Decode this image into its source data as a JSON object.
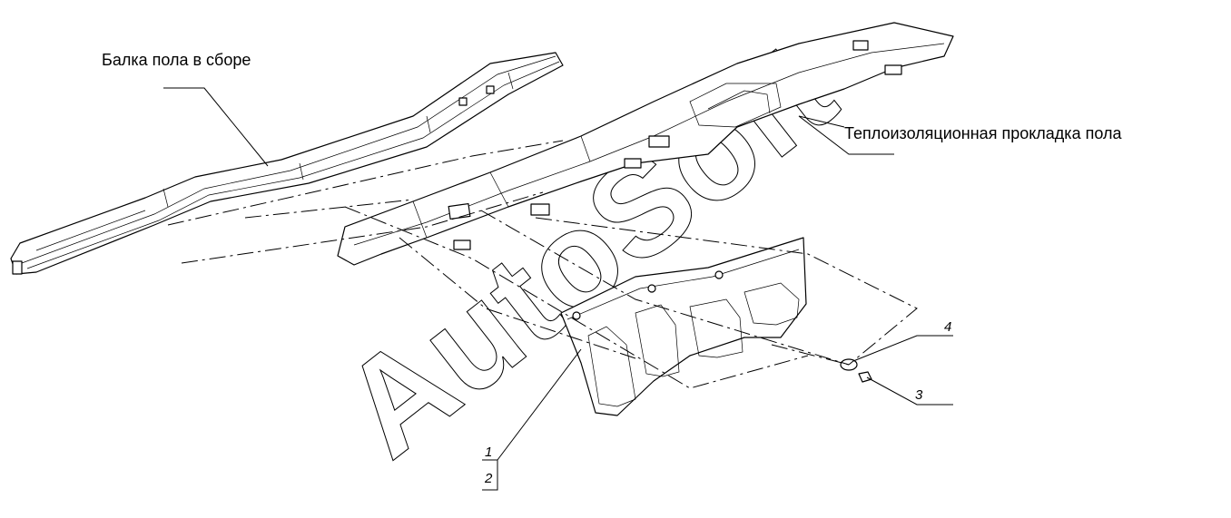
{
  "labels": {
    "floor_beam": "Балка пола в сборе",
    "heat_insulation": "Теплоизоляционная прокладка пола"
  },
  "callouts": {
    "n1": "1",
    "n2": "2",
    "n3": "3",
    "n4": "4"
  },
  "watermark": "AutoSoft"
}
